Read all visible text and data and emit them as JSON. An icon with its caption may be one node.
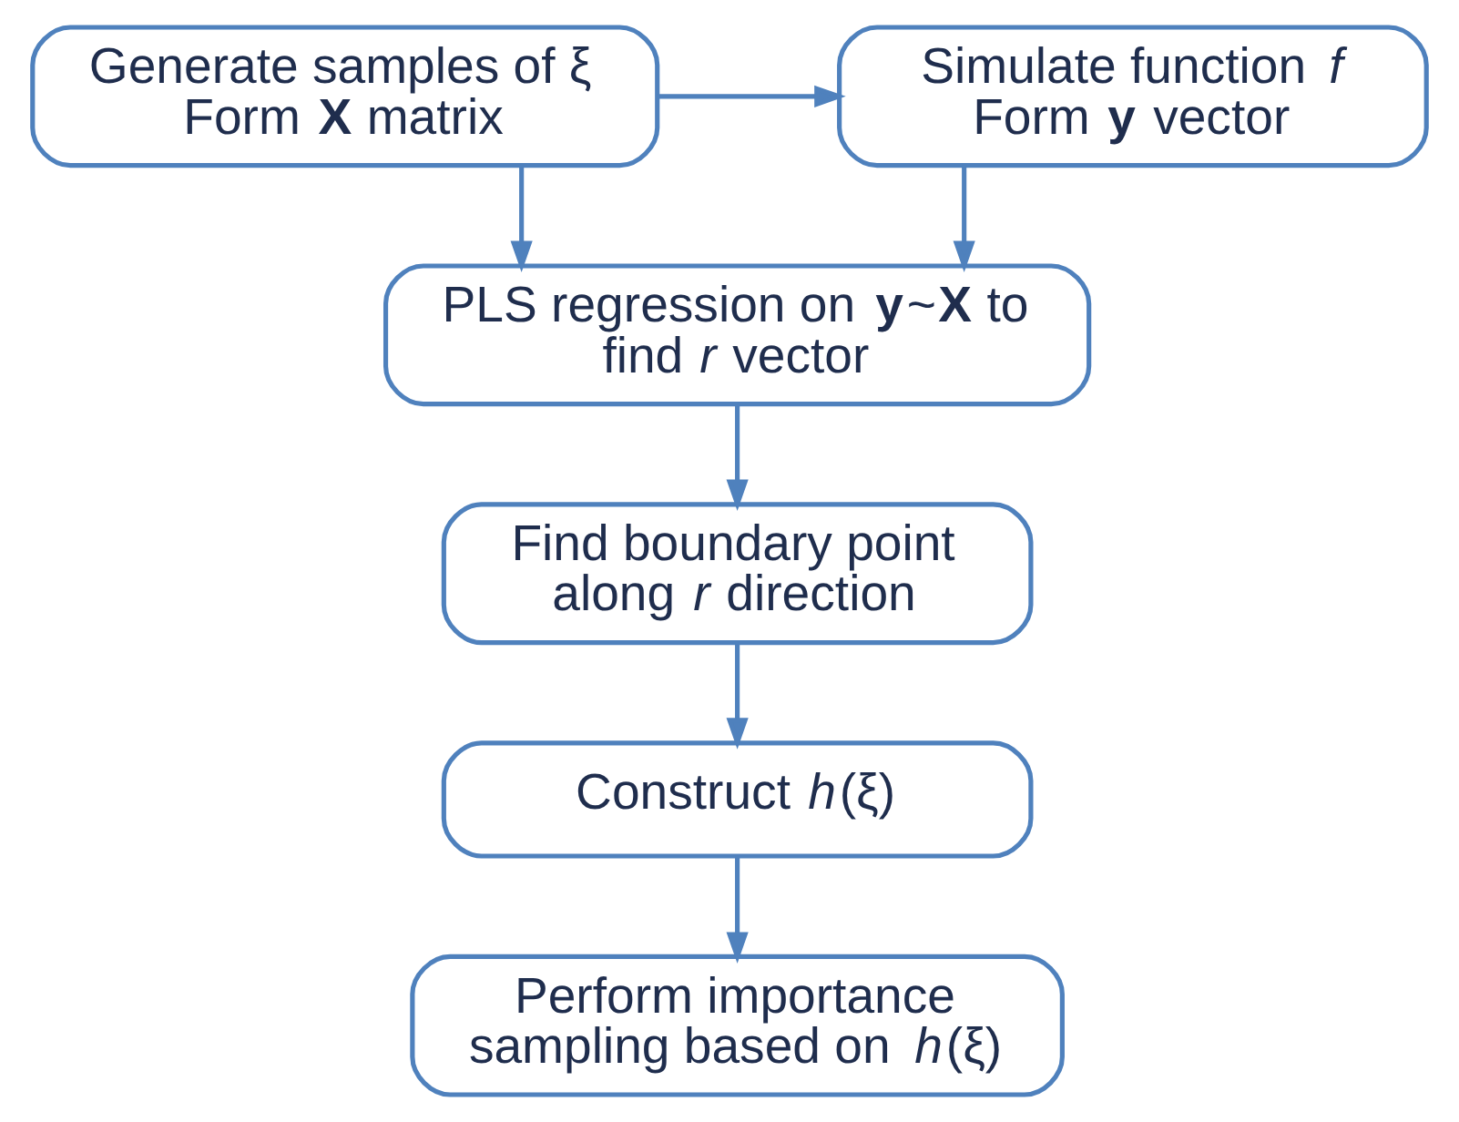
{
  "diagram": {
    "nodes": [
      {
        "text": [
          "Generate samples of ξ",
          "Form **X** matrix"
        ]
      },
      {
        "text": [
          "Simulate function *f*",
          "Form **y** vector"
        ]
      },
      {
        "text": [
          "PLS regression on **y**~**X** to find *r* vector"
        ]
      },
      {
        "text": [
          "Find boundary point along *r* direction"
        ]
      },
      {
        "text": [
          "Construct *h*(ξ)"
        ]
      },
      {
        "text": [
          "Perform importance sampling based on *h*(ξ)"
        ]
      }
    ],
    "edges": [
      {
        "from": 0,
        "to": 1,
        "arrow": "to"
      },
      {
        "from": 0,
        "to": 2,
        "arrow": "to"
      },
      {
        "from": 1,
        "to": 2,
        "arrow": "to"
      },
      {
        "from": 2,
        "to": 3,
        "arrow": "to"
      },
      {
        "from": 3,
        "to": 4,
        "arrow": "to"
      },
      {
        "from": 4,
        "to": 5,
        "arrow": "to"
      }
    ]
  }
}
